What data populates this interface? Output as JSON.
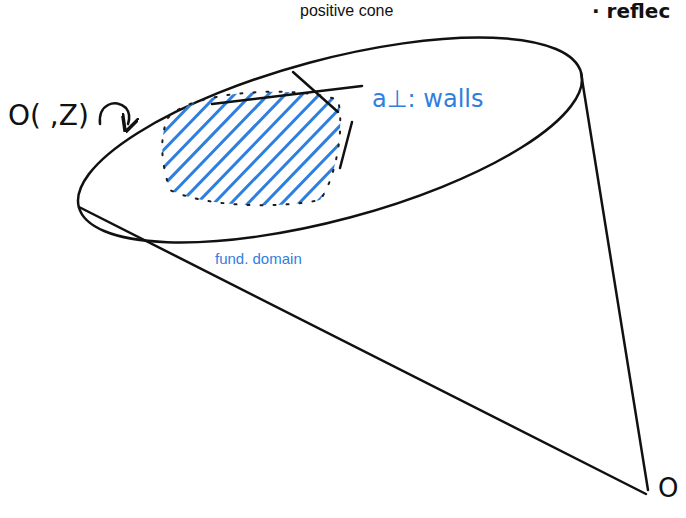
{
  "diagram": {
    "labels": [
      "positive cone",
      "· reflec",
      "O( ,Z)",
      "a⊥: walls",
      "fund. domain",
      "O"
    ]
  }
}
